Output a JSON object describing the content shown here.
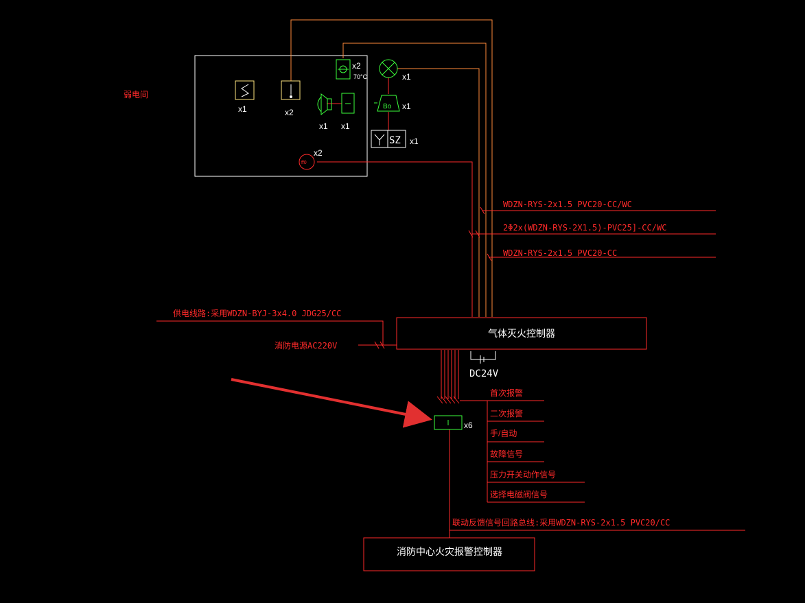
{
  "colors": {
    "background": "#000000",
    "red": "#ff2a2a",
    "orange": "#ff8a3a",
    "green": "#3cff3c",
    "white": "#ffffff",
    "yellow": "#ffe680",
    "arrow": "#e23030"
  },
  "room": {
    "label": "弱电间",
    "devices": [
      {
        "icon": "smoke-detector-icon",
        "qty": "x1"
      },
      {
        "icon": "heat-detector-icon",
        "qty": "x2"
      },
      {
        "icon": "thermal-detector-70c-icon",
        "qty": "x2",
        "temp": "70°C"
      },
      {
        "icon": "flashing-light-icon",
        "qty": "x1"
      },
      {
        "icon": "manual-call-point-icon",
        "qty": "x1"
      },
      {
        "icon": "input-module-icon",
        "qty": "x1"
      },
      {
        "icon": "sounder-strobe-icon",
        "qty": "x1"
      },
      {
        "icon": "emergency-stop-button-icon",
        "qty": "x1",
        "text": "SZ"
      },
      {
        "icon": "gas-release-indicator-icon",
        "qty": "x2",
        "text": "ff0"
      }
    ]
  },
  "cables": {
    "c1": "WDZN-RYS-2x1.5 PVC20-CC/WC",
    "c2": "2Φ2x(WDZN-RYS-2X1.5)-PVC25]-CC/WC",
    "c3": "WDZN-RYS-2x1.5 PVC20-CC",
    "power_supply": "供电线路:采用WDZN-BYJ-3x4.0 JDG25/CC",
    "fire_power": "消防电源AC220V",
    "linkage_bus": "联动反馈信号回路总线:采用WDZN-RYS-2x1.5 PVC20/CC"
  },
  "controller": {
    "label": "气体灭火控制器",
    "dc": "DC24V"
  },
  "module": {
    "qty": "x6"
  },
  "signals": [
    "首次报警",
    "二次报警",
    "手/自动",
    "故障信号",
    "压力开关动作信号",
    "选择电磁阀信号"
  ],
  "fire_center": {
    "label": "消防中心火灾报警控制器"
  }
}
